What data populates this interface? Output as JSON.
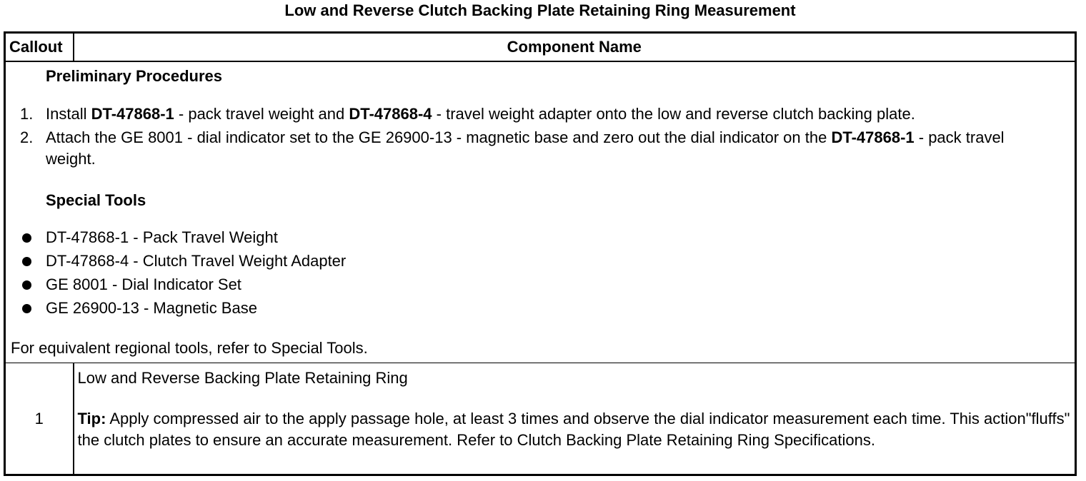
{
  "title": "Low and Reverse Clutch Backing Plate Retaining Ring Measurement",
  "table": {
    "header": {
      "callout": "Callout",
      "component_name": "Component Name"
    },
    "preliminary": {
      "heading": "Preliminary Procedures",
      "steps": [
        {
          "number": "1.",
          "parts": [
            {
              "text": "Install ",
              "bold": false
            },
            {
              "text": "DT-47868-1",
              "bold": true
            },
            {
              "text": " - pack travel weight and ",
              "bold": false
            },
            {
              "text": "DT-47868-4",
              "bold": true
            },
            {
              "text": " - travel weight adapter onto the low and reverse clutch backing plate.",
              "bold": false
            }
          ]
        },
        {
          "number": "2.",
          "parts": [
            {
              "text": "Attach the GE 8001 - dial indicator set to the GE 26900-13 - magnetic base and zero out the dial indicator on the ",
              "bold": false
            },
            {
              "text": "DT-47868-1",
              "bold": true
            },
            {
              "text": " - pack travel weight.",
              "bold": false
            }
          ]
        }
      ],
      "special_tools_heading": "Special Tools",
      "tools": [
        "DT-47868-1 - Pack Travel Weight",
        "DT-47868-4 - Clutch Travel Weight Adapter",
        "GE 8001 - Dial Indicator Set",
        "GE 26900-13 - Magnetic Base"
      ],
      "footnote": "For equivalent regional tools, refer to Special Tools."
    },
    "items": [
      {
        "callout": "1",
        "name": "Low and Reverse Backing Plate Retaining Ring",
        "tip_label": "Tip:",
        "tip_text": " Apply compressed air to the apply passage hole, at least 3 times and observe the dial indicator measurement each time. This action\"fluffs\" the clutch plates to ensure an accurate measurement. Refer to Clutch Backing Plate Retaining Ring Specifications."
      }
    ]
  }
}
